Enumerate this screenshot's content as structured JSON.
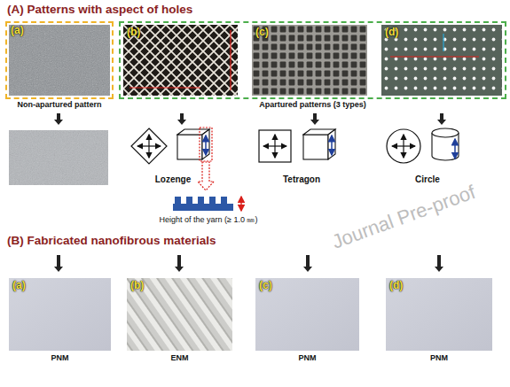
{
  "diagram": {
    "nodes": [
      {
        "text": [
          "(a)",
          "Non-apartured pattern"
        ]
      },
      {
        "text": [
          "Apartured patterns (3 types)"
        ]
      },
      {
        "text": [
          "(b)"
        ],
        "in": 1
      },
      {
        "text": [
          "(c)"
        ],
        "in": 1
      },
      {
        "text": [
          "(d)"
        ],
        "in": 1
      },
      {
        "text": [
          "Lozenge"
        ]
      },
      {
        "text": [
          "Tetragon"
        ]
      },
      {
        "text": [
          "Circle"
        ]
      },
      {
        "text": [
          "(a)",
          "PNM"
        ]
      },
      {
        "text": [
          "(b)",
          "ENM"
        ]
      },
      {
        "text": [
          "(c)",
          "PNM"
        ]
      },
      {
        "text": [
          "(d)",
          "PNM"
        ]
      }
    ],
    "labels": [
      "(A) Patterns with aspect of holes",
      "Height of the yarn (≥ 1.0 ㎜)",
      "(B) Fabricated nanofibrous materials",
      "Journal Pre-proof"
    ]
  }
}
